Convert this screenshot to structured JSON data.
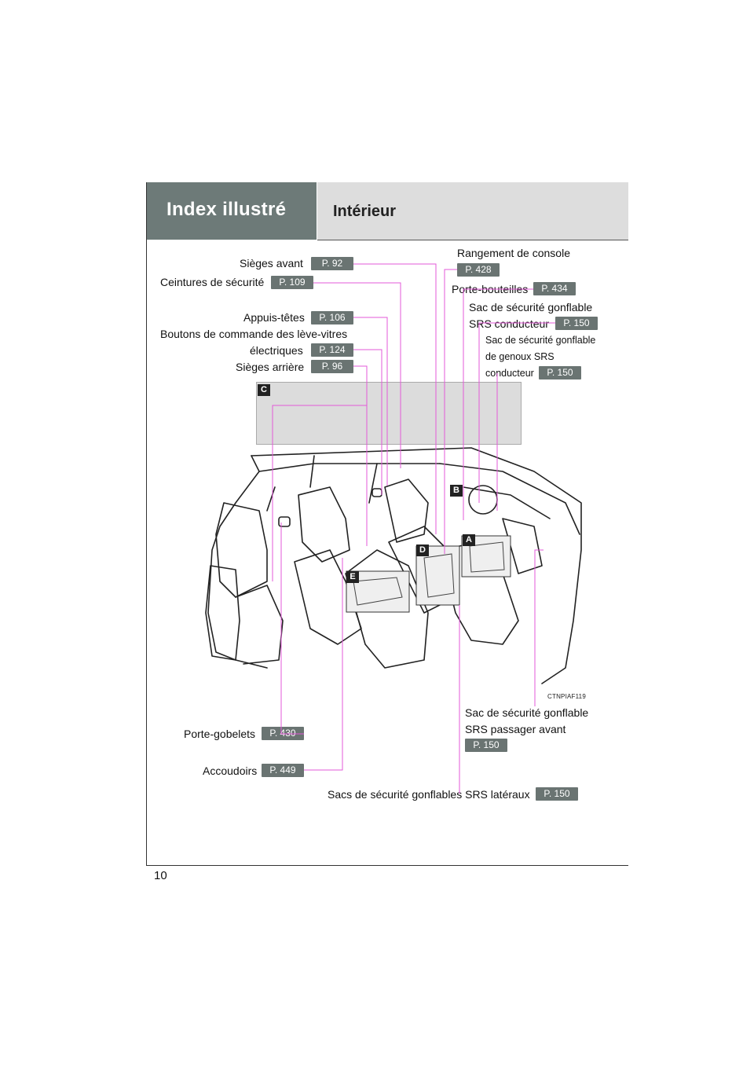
{
  "header": {
    "section_title": "Index illustré",
    "subsection_title": "Intérieur"
  },
  "labels": {
    "sieges_avant": "Sièges avant",
    "ceintures": "Ceintures de sécurité",
    "appuis_tetes": "Appuis-têtes",
    "leve_vitres_1": "Boutons de commande des lève-vitres",
    "leve_vitres_2": "électriques",
    "sieges_arriere": "Sièges arrière",
    "rangement_console": "Rangement de console",
    "porte_bouteilles": "Porte-bouteilles",
    "sac_conducteur_1": "Sac de sécurité gonflable",
    "sac_conducteur_2": "SRS conducteur",
    "sac_genoux_1": "Sac de sécurité gonflable",
    "sac_genoux_2": "de genoux SRS",
    "sac_genoux_3": "conducteur",
    "porte_gobelets": "Porte-gobelets",
    "accoudoirs": "Accoudoirs",
    "sac_passager_1": "Sac de sécurité gonflable",
    "sac_passager_2": "SRS passager avant",
    "sacs_lateraux": "Sacs de sécurité gonflables SRS latéraux"
  },
  "pages": {
    "sieges_avant": "P. 92",
    "ceintures": "P. 109",
    "appuis_tetes": "P. 106",
    "leve_vitres": "P. 124",
    "sieges_arriere": "P. 96",
    "rangement_console": "P. 428",
    "porte_bouteilles": "P. 434",
    "sac_conducteur": "P. 150",
    "sac_genoux": "P. 150",
    "porte_gobelets": "P. 430",
    "accoudoirs": "P. 449",
    "sac_passager": "P. 150",
    "sacs_lateraux": "P. 150"
  },
  "markers": {
    "a": "A",
    "b": "B",
    "c": "C",
    "d": "D",
    "e": "E"
  },
  "image_code": "CTNPIAF119",
  "page_number": "10",
  "colors": {
    "leader": "#e35ad8",
    "badge": "#6a7472",
    "header_dark": "#6d7a78",
    "header_light": "#dddddd"
  }
}
